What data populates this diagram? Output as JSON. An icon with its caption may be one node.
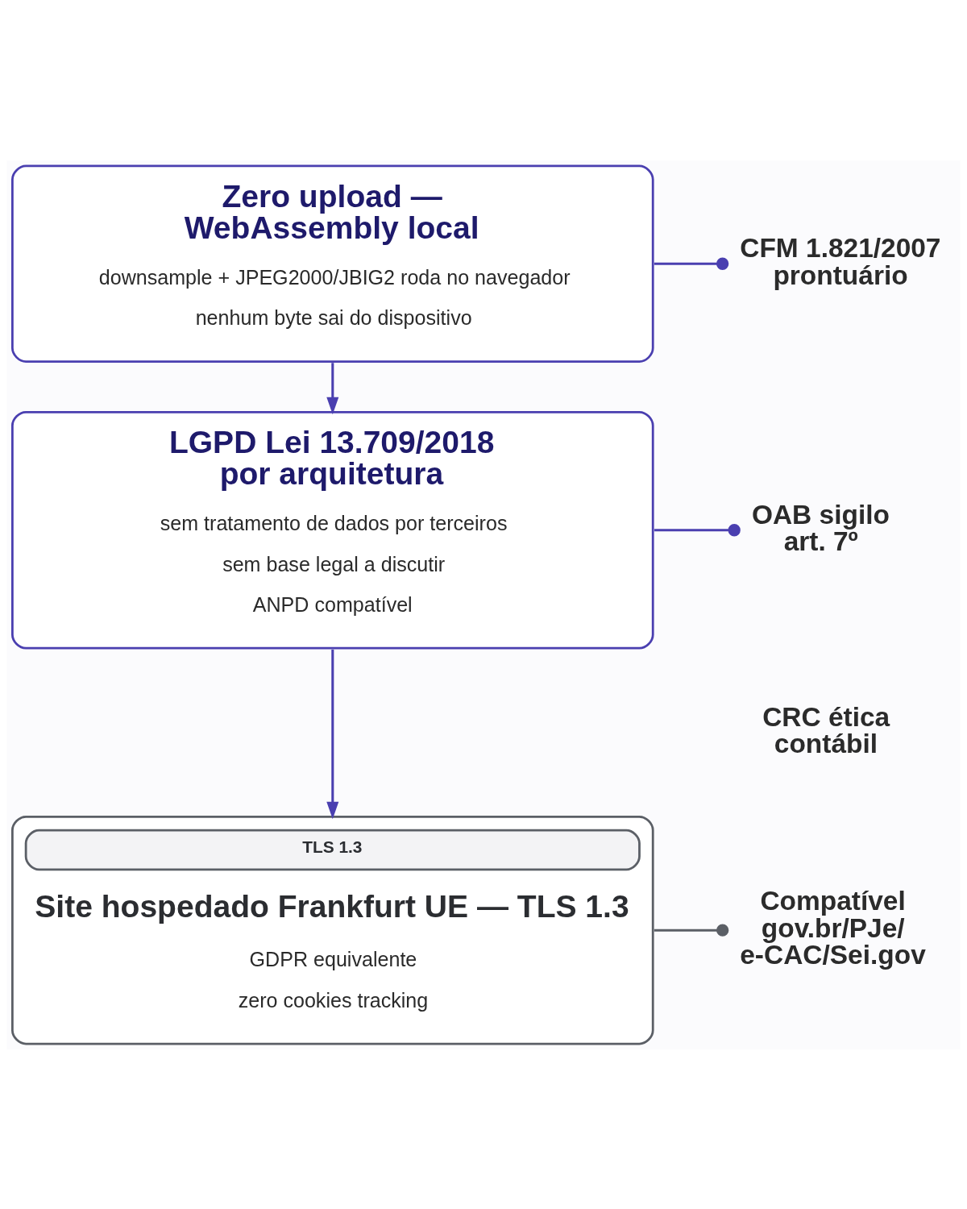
{
  "diagram": {
    "nodes": [
      {
        "text": [
          "Zero upload — WebAssembly local",
          "downsample + JPEG2000/JBIG2 roda no navegador",
          "nenhum byte sai do dispositivo"
        ]
      },
      {
        "text": [
          "CFM 1.821/2007 prontuário"
        ]
      },
      {
        "text": [
          "LGPD Lei 13.709/2018 por arquitetura",
          "sem tratamento de dados por terceiros",
          "sem base legal a discutir",
          "ANPD compatível"
        ]
      },
      {
        "text": [
          "OAB sigilo art. 7º"
        ]
      },
      {
        "text": [
          "CRC ética contábil"
        ]
      },
      {
        "text": [
          "TLS 1.3",
          "Site hospedado Frankfurt UE — TLS 1.3",
          "GDPR equivalente",
          "zero cookies tracking"
        ]
      },
      {
        "text": [
          "Compatível gov.br/PJe/ e-CAC/Sei.gov"
        ]
      }
    ],
    "edges": [
      {
        "from": 0,
        "to": 1,
        "arrow": "other"
      },
      {
        "from": 0,
        "to": 2,
        "arrow": "to"
      },
      {
        "from": 2,
        "to": 3,
        "arrow": "other"
      },
      {
        "from": 2,
        "to": 5,
        "arrow": "to"
      },
      {
        "from": 5,
        "to": 6,
        "arrow": "other",
        "color": "#5b5f66"
      }
    ]
  }
}
